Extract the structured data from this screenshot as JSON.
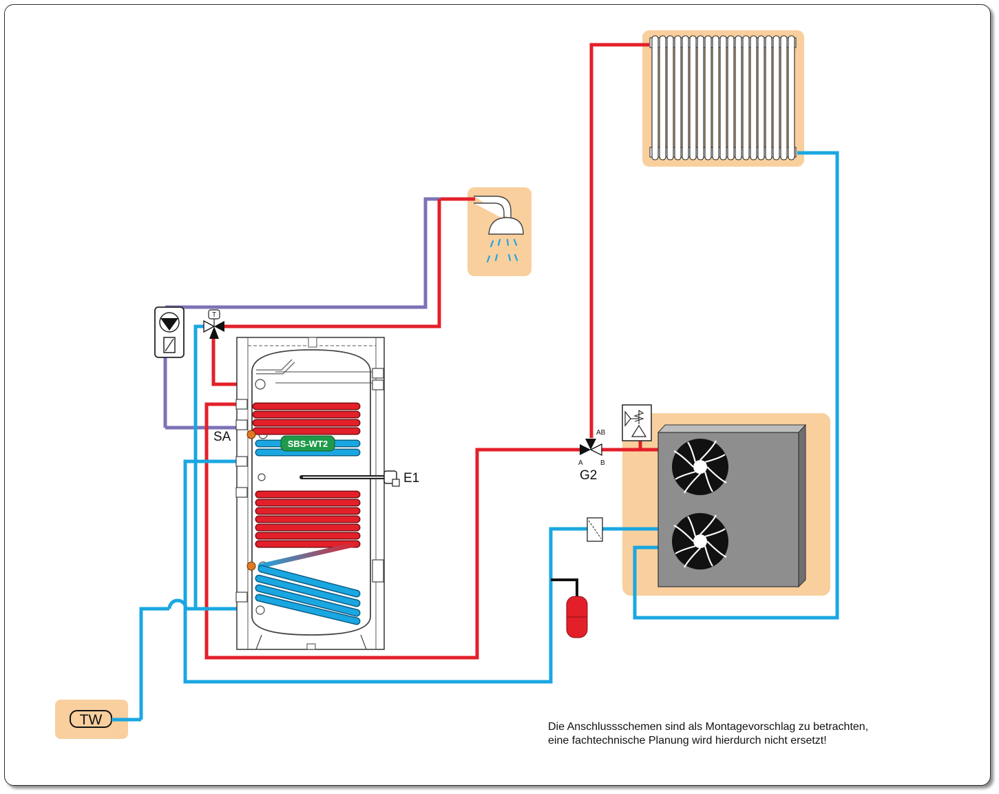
{
  "labels": {
    "sa": "SA",
    "e1": "E1",
    "g2": "G2",
    "tw": "TW",
    "exchanger": "SBS-WT2",
    "valve_t": "T",
    "port_ab": "AB",
    "port_a": "A",
    "port_b": "B"
  },
  "note": {
    "line1": "Die Anschlussschemen sind als Montagevorschlag zu betrachten,",
    "line2": "eine fachtechnische Planung wird hierdurch nicht ersetzt!"
  },
  "colors": {
    "hot": "#e3202a",
    "cold": "#1aa7e1",
    "circulation": "#7b73b6",
    "panel": "#f9cf9e",
    "exchanger_badge": "#1f9a4a",
    "unit": "#8e8e8e"
  }
}
